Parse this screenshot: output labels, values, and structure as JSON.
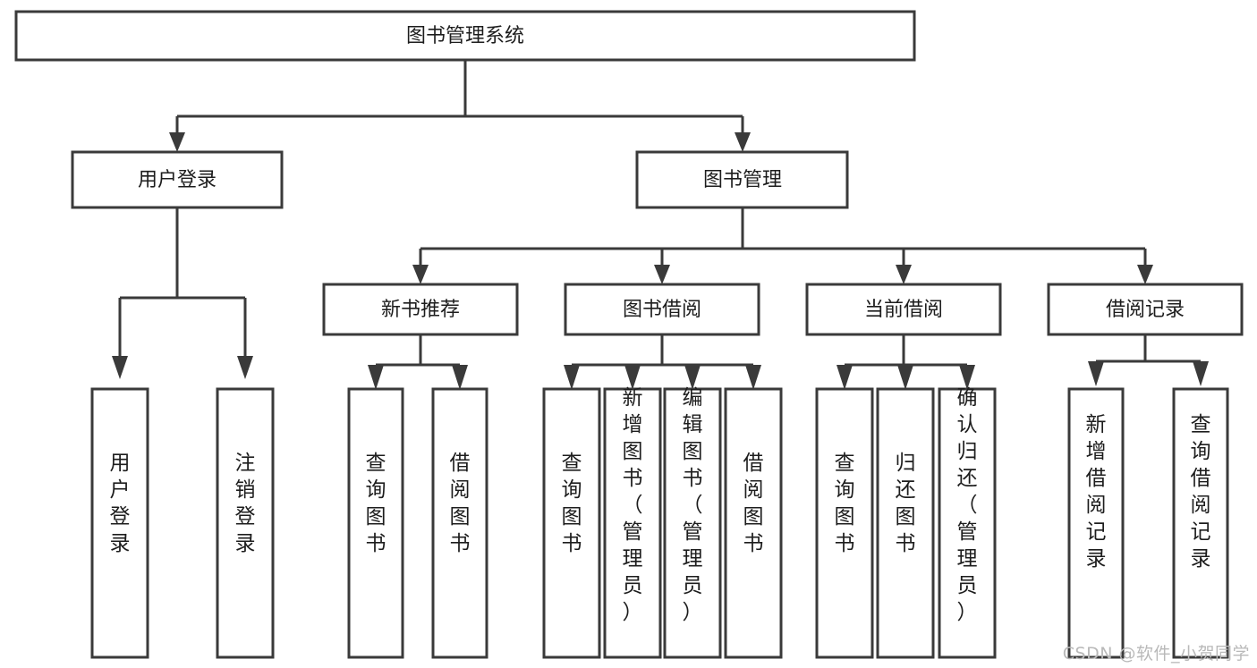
{
  "diagram": {
    "type": "tree-hierarchy",
    "title": "图书管理系统",
    "watermark": "CSDN @软件_小贺同学",
    "colors": {
      "stroke": "#3a3a3a",
      "fill": "#ffffff",
      "text": "#1d1d1d",
      "watermark": "#b9b9b9",
      "background": "#ffffff"
    },
    "levels": {
      "level1": [
        {
          "id": "root",
          "label": "图书管理系统",
          "orientation": "horizontal"
        }
      ],
      "level2": [
        {
          "id": "user-login",
          "label": "用户登录",
          "orientation": "horizontal",
          "parent": "root"
        },
        {
          "id": "book-manage",
          "label": "图书管理",
          "orientation": "horizontal",
          "parent": "root"
        }
      ],
      "level3": [
        {
          "id": "new-book-rec",
          "label": "新书推荐",
          "orientation": "horizontal",
          "parent": "book-manage"
        },
        {
          "id": "book-borrow",
          "label": "图书借阅",
          "orientation": "horizontal",
          "parent": "book-manage"
        },
        {
          "id": "current-borrow",
          "label": "当前借阅",
          "orientation": "horizontal",
          "parent": "book-manage"
        },
        {
          "id": "borrow-record",
          "label": "借阅记录",
          "orientation": "horizontal",
          "parent": "book-manage"
        }
      ],
      "level4": [
        {
          "id": "leaf-user-login",
          "label": "用户登录",
          "orientation": "vertical",
          "parent": "user-login"
        },
        {
          "id": "leaf-logout",
          "label": "注销登录",
          "orientation": "vertical",
          "parent": "user-login"
        },
        {
          "id": "leaf-query-book-1",
          "label": "查询图书",
          "orientation": "vertical",
          "parent": "new-book-rec"
        },
        {
          "id": "leaf-borrow-book-1",
          "label": "借阅图书",
          "orientation": "vertical",
          "parent": "new-book-rec"
        },
        {
          "id": "leaf-query-book-2",
          "label": "查询图书",
          "orientation": "vertical",
          "parent": "book-borrow"
        },
        {
          "id": "leaf-add-book",
          "label": "新增图书（管理员）",
          "orientation": "vertical",
          "parent": "book-borrow"
        },
        {
          "id": "leaf-edit-book",
          "label": "编辑图书（管理员）",
          "orientation": "vertical",
          "parent": "book-borrow"
        },
        {
          "id": "leaf-borrow-book-2",
          "label": "借阅图书",
          "orientation": "vertical",
          "parent": "book-borrow"
        },
        {
          "id": "leaf-query-book-3",
          "label": "查询图书",
          "orientation": "vertical",
          "parent": "current-borrow"
        },
        {
          "id": "leaf-return-book",
          "label": "归还图书",
          "orientation": "vertical",
          "parent": "current-borrow"
        },
        {
          "id": "leaf-confirm-return",
          "label": "确认归还（管理员）",
          "orientation": "vertical",
          "parent": "current-borrow"
        },
        {
          "id": "leaf-add-record",
          "label": "新增借阅记录",
          "orientation": "vertical",
          "parent": "borrow-record"
        },
        {
          "id": "leaf-query-record",
          "label": "查询借阅记录",
          "orientation": "vertical",
          "parent": "borrow-record"
        }
      ]
    }
  }
}
